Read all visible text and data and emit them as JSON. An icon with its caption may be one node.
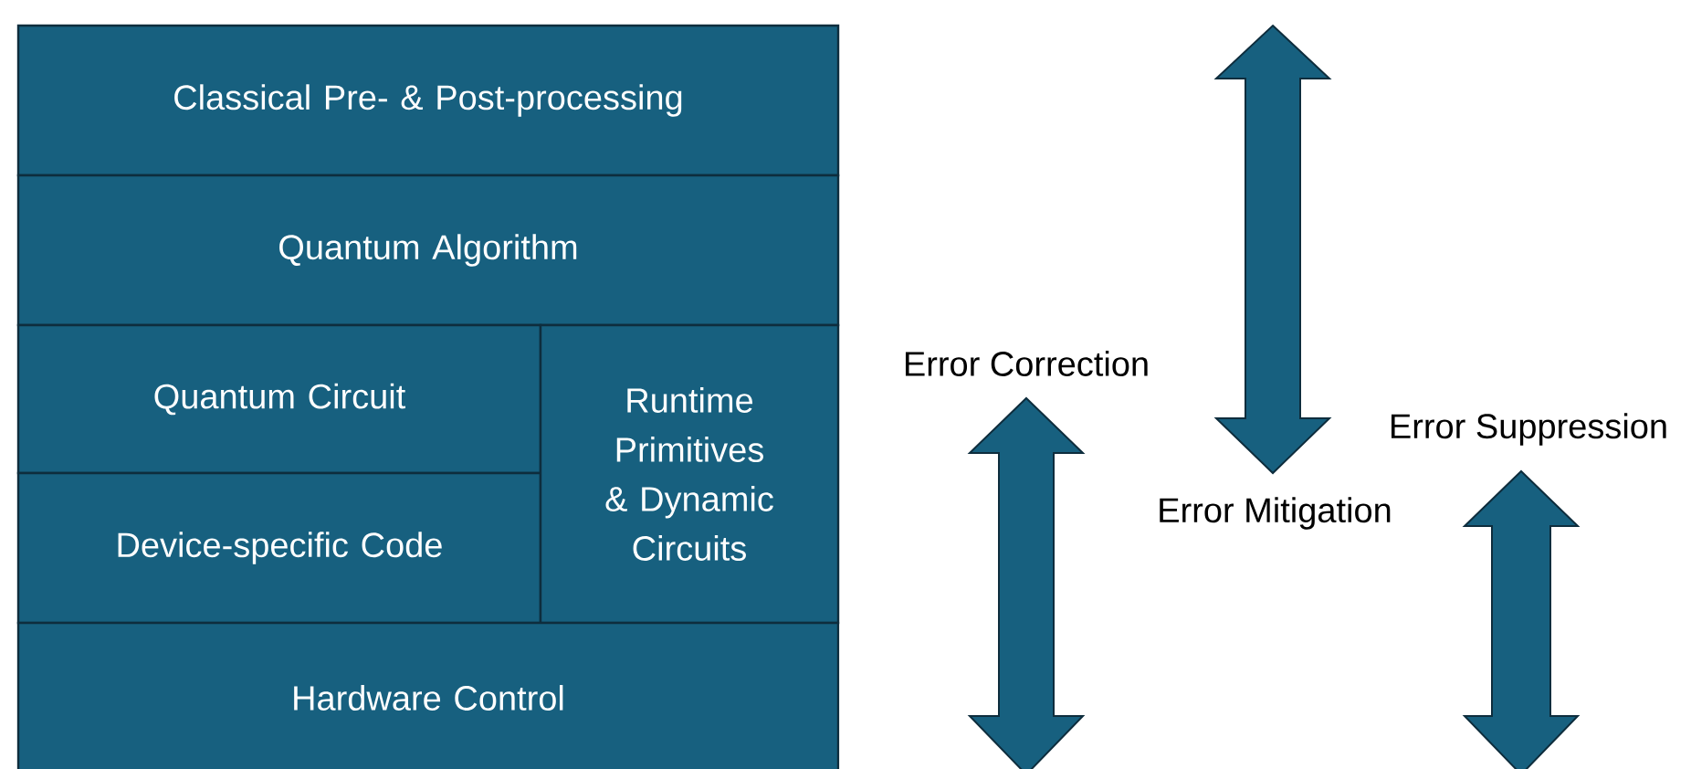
{
  "diagram": {
    "nodes": [
      {
        "text": [
          "Classical Pre- & Post-processing"
        ]
      },
      {
        "text": [
          "Quantum Algorithm"
        ]
      },
      {
        "text": [
          "Quantum Circuit"
        ]
      },
      {
        "text": [
          "Device-specific Code"
        ]
      },
      {
        "text": [
          "Runtime Primitives & Dynamic Circuits"
        ]
      },
      {
        "text": [
          "Hardware Control"
        ]
      }
    ],
    "labels": [
      "Error Correction",
      "Error Mitigation",
      "Error Suppression"
    ]
  }
}
